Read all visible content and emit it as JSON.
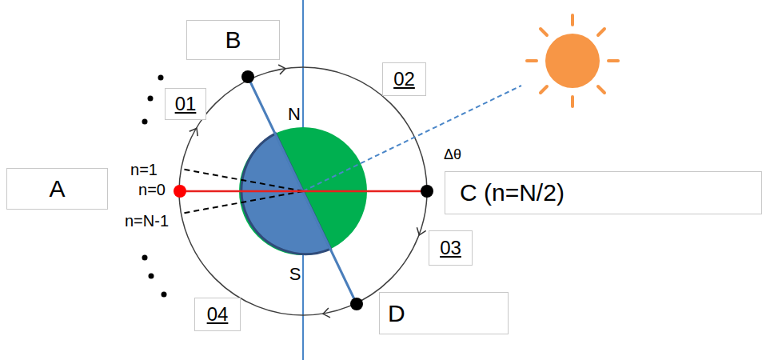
{
  "diagram": {
    "nodes": [
      {
        "text": [
          "A"
        ]
      },
      {
        "text": [
          "B"
        ]
      },
      {
        "text": [
          "C (n=N/2)"
        ]
      },
      {
        "text": [
          "D"
        ]
      },
      {
        "text": [
          "01"
        ]
      },
      {
        "text": [
          "02"
        ]
      },
      {
        "text": [
          "03"
        ]
      },
      {
        "text": [
          "04"
        ]
      }
    ],
    "labels": [
      "N",
      "S",
      "n=1",
      "n=0",
      "n=N-1",
      "Δθ"
    ]
  }
}
